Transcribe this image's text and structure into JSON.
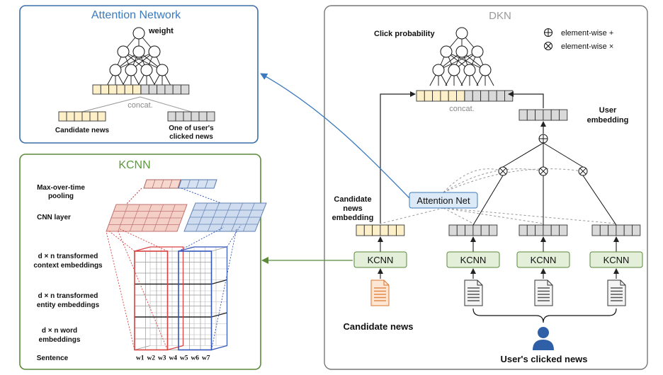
{
  "attention": {
    "title": "Attention Network",
    "weight": "weight",
    "concat": "concat.",
    "candidate_news": "Candidate news",
    "clicked_line1": "One of user's",
    "clicked_line2": "clicked news"
  },
  "kcnn": {
    "title": "KCNN",
    "pool_line1": "Max-over-time",
    "pool_line2": "pooling",
    "cnn_layer": "CNN layer",
    "ctx_line1": "d × n transformed",
    "ctx_line2": "context embeddings",
    "ent_line1": "d × n transformed",
    "ent_line2": "entity embeddings",
    "word_line1": "d × n word",
    "word_line2": "embeddings",
    "sentence": "Sentence",
    "words": [
      "w1",
      "w2",
      "w3",
      "w4",
      "w5",
      "w6",
      "w7"
    ]
  },
  "dkn": {
    "title": "DKN",
    "click_probability": "Click probability",
    "legend_plus": "element-wise +",
    "legend_times": "element-wise ×",
    "concat": "concat.",
    "user_line1": "User",
    "user_line2": "embedding",
    "cand_line1": "Candidate",
    "cand_line2": "news",
    "cand_line3": "embedding",
    "attention_net": "Attention Net",
    "kcnn_label": "KCNN",
    "candidate_news": "Candidate news",
    "users_clicked_news": "User's clicked news"
  },
  "colors": {
    "attention_border": "#3a6ea5",
    "kcnn_border": "#5a8a3a",
    "dkn_border": "#777777",
    "candidate_fill": "#fdf0c9",
    "clicked_fill": "#d9d9d9",
    "kcnn_box_fill": "#e3efd9",
    "attention_net_fill": "#dce9f7",
    "red_grid": "#d94040",
    "blue_grid": "#3355bb"
  }
}
